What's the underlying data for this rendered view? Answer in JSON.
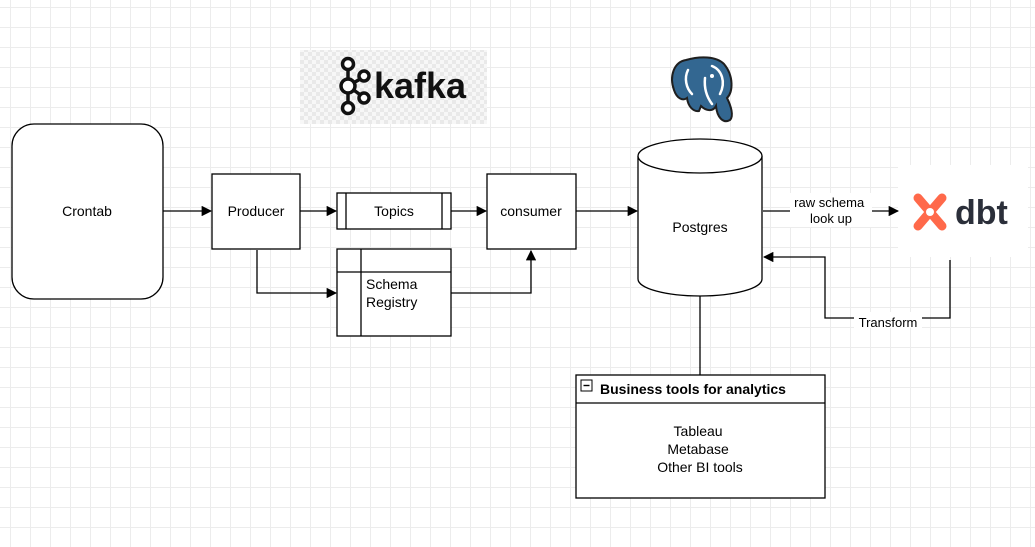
{
  "nodes": {
    "crontab": "Crontab",
    "producer": "Producer",
    "topics": "Topics",
    "consumer": "consumer",
    "schema_registry": [
      "Schema",
      "Registry"
    ],
    "postgres": "Postgres",
    "business_tools": {
      "title": "Business tools for analytics",
      "items": [
        "Tableau",
        "Metabase",
        "Other BI tools"
      ]
    }
  },
  "edges": {
    "raw_schema": [
      "raw schema",
      "look up"
    ],
    "transform": "Transform"
  },
  "logos": {
    "kafka": "kafka",
    "dbt": "dbt",
    "dbt_color": "#ff694a",
    "postgres_color": "#336791"
  }
}
